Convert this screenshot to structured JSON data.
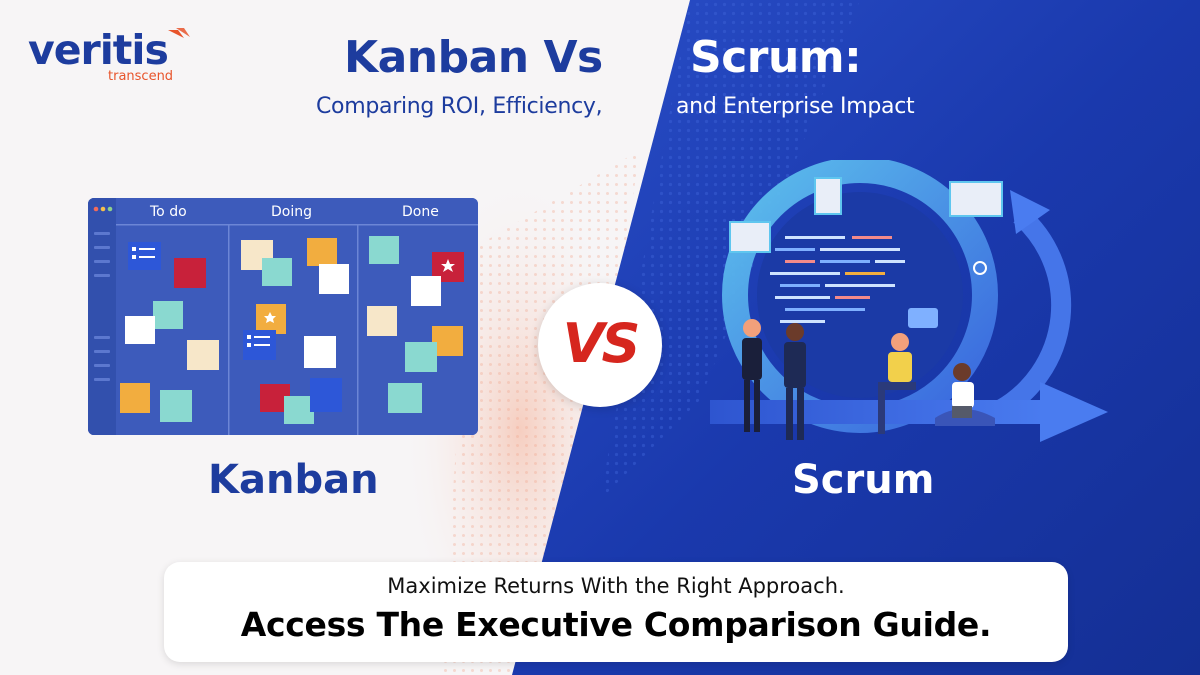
{
  "brand": {
    "name": "veritis",
    "tagline": "transcend",
    "accent_color": "#e8542b",
    "primary_color": "#1d3c9e"
  },
  "header": {
    "title_left": "Kanban Vs",
    "title_right": "Scrum:",
    "subtitle_left": "Comparing ROI, Efficiency,",
    "subtitle_right": "and Enterprise Impact"
  },
  "kanban": {
    "label": "Kanban",
    "columns": [
      "To do",
      "Doing",
      "Done"
    ]
  },
  "vs_badge": {
    "text": "VS"
  },
  "scrum": {
    "label": "Scrum"
  },
  "cta": {
    "line1": "Maximize Returns With the Right Approach.",
    "line2": "Access The Executive Comparison Guide."
  },
  "colors": {
    "blue_dark": "#1a37a8",
    "blue_light": "#3f6fe0",
    "vs_red": "#d6261e",
    "cyan": "#5fc6ef"
  }
}
